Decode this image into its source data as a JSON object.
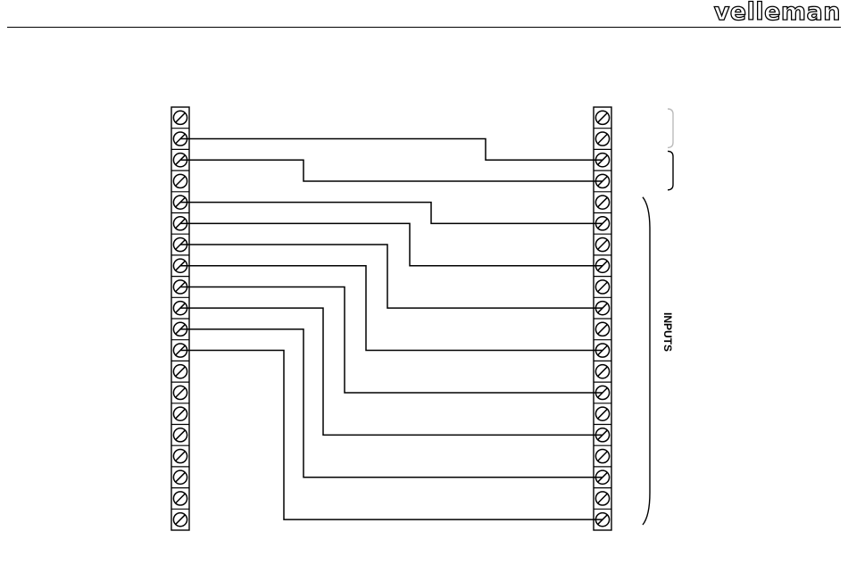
{
  "header": {
    "brand": "velleman"
  },
  "diagram": {
    "left_terminal_count": 20,
    "right_terminal_count": 20,
    "connections": [
      {
        "from": 2,
        "to": 3
      },
      {
        "from": 3,
        "to": 4
      },
      {
        "from": 5,
        "to": 6
      },
      {
        "from": 6,
        "to": 8
      },
      {
        "from": 7,
        "to": 10
      },
      {
        "from": 8,
        "to": 12
      },
      {
        "from": 9,
        "to": 14
      },
      {
        "from": 10,
        "to": 16
      },
      {
        "from": 11,
        "to": 18
      },
      {
        "from": 12,
        "to": 20
      }
    ],
    "groups": [
      {
        "label": "",
        "start": 1,
        "end": 2,
        "color": "#bbbbbb"
      },
      {
        "label": "",
        "start": 3,
        "end": 4,
        "color": "#000000"
      },
      {
        "label": "INPUTS",
        "start": 5,
        "end": 20,
        "color": "#000000"
      }
    ]
  }
}
